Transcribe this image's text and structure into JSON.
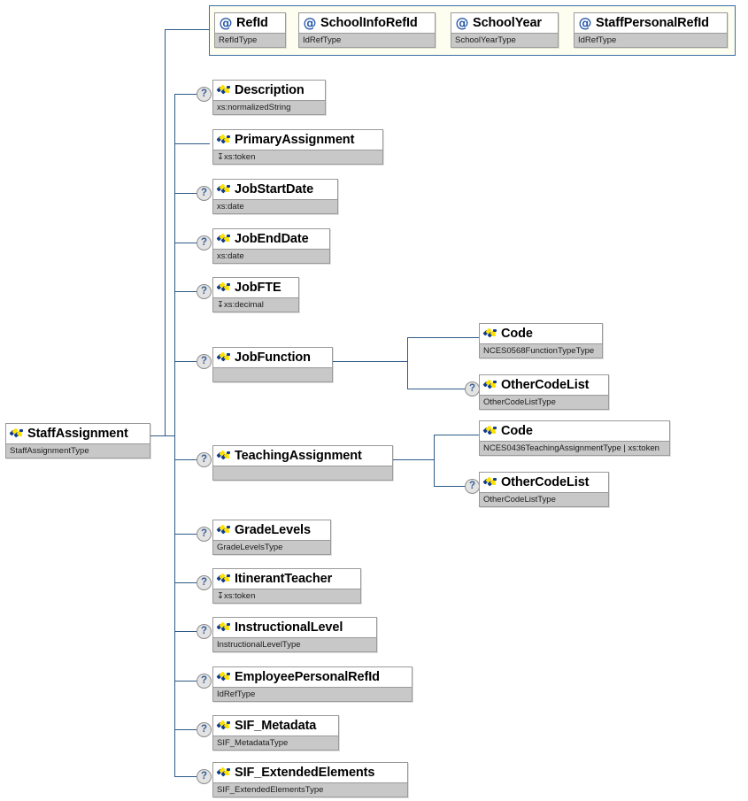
{
  "diagram": {
    "title": "StaffAssignment XSD element diagram",
    "colors": {
      "line": "#2e5a87",
      "attr_group_border": "#3b6ea5",
      "attr_group_fill": "#fdfdf0",
      "node_border": "#9a9a9a",
      "node_title_fill": "#ffffff",
      "node_type_fill": "#c8c8c8",
      "icon_blue": "#123c8c",
      "icon_yellow": "#ffe100",
      "at_icon_blue": "#2a5aa8",
      "optional_marker_fill": "#e3e3e3",
      "optional_marker_text": "#3a5f94"
    },
    "optional_marker_glyph": "?",
    "attribute_icon_glyph": "@"
  },
  "root": {
    "name": "StaffAssignment",
    "type": "StaffAssignmentType",
    "icon": "element-icon",
    "optional": false
  },
  "attributes": [
    {
      "name": "RefId",
      "type": "RefIdType",
      "icon": "attribute-icon"
    },
    {
      "name": "SchoolInfoRefId",
      "type": "IdRefType",
      "icon": "attribute-icon"
    },
    {
      "name": "SchoolYear",
      "type": "SchoolYearType",
      "icon": "attribute-icon"
    },
    {
      "name": "StaffPersonalRefId",
      "type": "IdRefType",
      "icon": "attribute-icon"
    }
  ],
  "elements": [
    {
      "name": "Description",
      "type": "xs:normalizedString",
      "optional": true,
      "derived": false,
      "icon": "element-icon"
    },
    {
      "name": "PrimaryAssignment",
      "type": "xs:token",
      "optional": false,
      "derived": true,
      "icon": "element-icon"
    },
    {
      "name": "JobStartDate",
      "type": "xs:date",
      "optional": true,
      "derived": false,
      "icon": "element-icon"
    },
    {
      "name": "JobEndDate",
      "type": "xs:date",
      "optional": true,
      "derived": false,
      "icon": "element-icon"
    },
    {
      "name": "JobFTE",
      "type": "xs:decimal",
      "optional": true,
      "derived": true,
      "icon": "element-icon"
    },
    {
      "name": "JobFunction",
      "type": "",
      "optional": true,
      "derived": false,
      "icon": "element-icon"
    },
    {
      "name": "TeachingAssignment",
      "type": "",
      "optional": true,
      "derived": false,
      "icon": "element-icon"
    },
    {
      "name": "GradeLevels",
      "type": "GradeLevelsType",
      "optional": true,
      "derived": false,
      "icon": "element-icon"
    },
    {
      "name": "ItinerantTeacher",
      "type": "xs:token",
      "optional": true,
      "derived": true,
      "icon": "element-icon"
    },
    {
      "name": "InstructionalLevel",
      "type": "InstructionalLevelType",
      "optional": true,
      "derived": false,
      "icon": "element-icon"
    },
    {
      "name": "EmployeePersonalRefId",
      "type": "IdRefType",
      "optional": true,
      "derived": false,
      "icon": "element-icon"
    },
    {
      "name": "SIF_Metadata",
      "type": "SIF_MetadataType",
      "optional": true,
      "derived": false,
      "icon": "element-icon"
    },
    {
      "name": "SIF_ExtendedElements",
      "type": "SIF_ExtendedElementsType",
      "optional": true,
      "derived": false,
      "icon": "element-icon"
    }
  ],
  "job_function_children": [
    {
      "name": "Code",
      "type": "NCES0568FunctionTypeType",
      "optional": false,
      "icon": "element-icon"
    },
    {
      "name": "OtherCodeList",
      "type": "OtherCodeListType",
      "optional": true,
      "icon": "element-icon"
    }
  ],
  "teaching_assignment_children": [
    {
      "name": "Code",
      "type": "NCES0436TeachingAssignmentType | xs:token",
      "optional": false,
      "icon": "element-icon"
    },
    {
      "name": "OtherCodeList",
      "type": "OtherCodeListType",
      "optional": true,
      "icon": "element-icon"
    }
  ]
}
